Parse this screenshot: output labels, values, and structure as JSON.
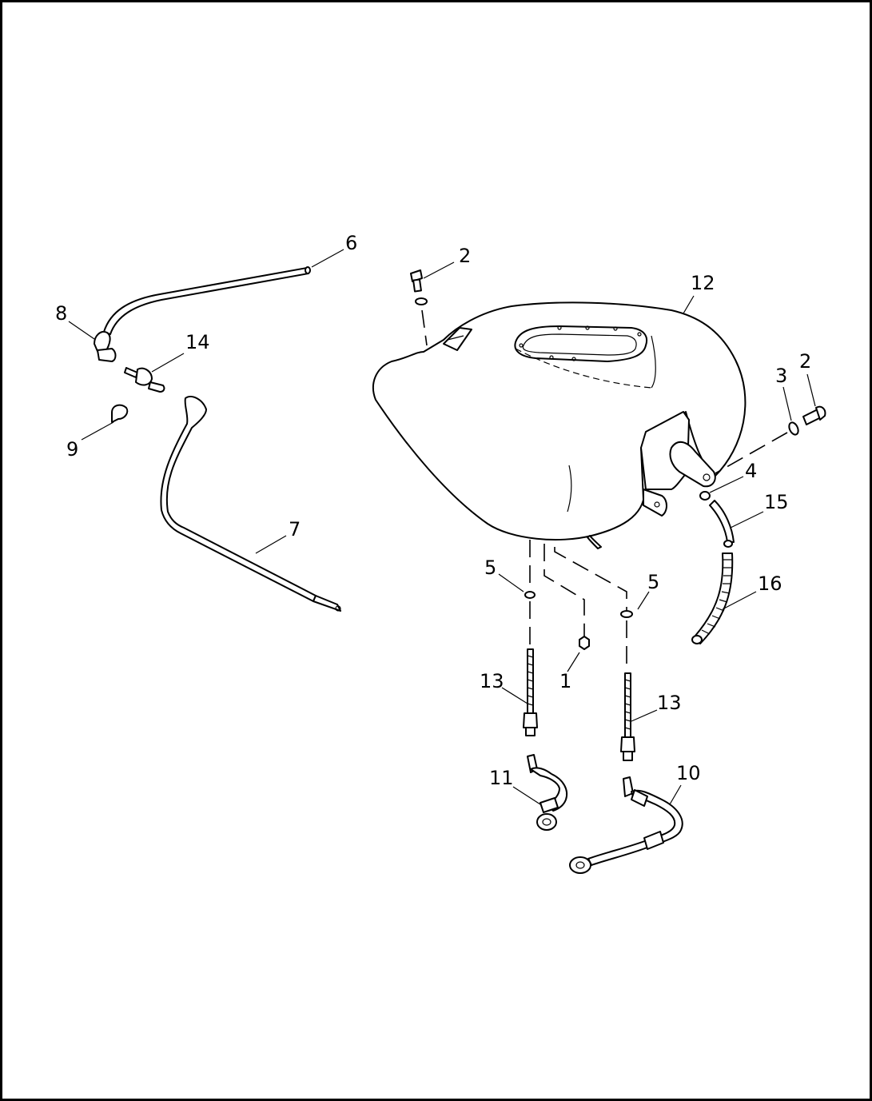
{
  "diagram": {
    "callouts": [
      {
        "id": "c6",
        "label": "6"
      },
      {
        "id": "c2a",
        "label": "2"
      },
      {
        "id": "c12",
        "label": "12"
      },
      {
        "id": "c8",
        "label": "8"
      },
      {
        "id": "c14",
        "label": "14"
      },
      {
        "id": "c3",
        "label": "3"
      },
      {
        "id": "c2b",
        "label": "2"
      },
      {
        "id": "c9",
        "label": "9"
      },
      {
        "id": "c4",
        "label": "4"
      },
      {
        "id": "c15",
        "label": "15"
      },
      {
        "id": "c7",
        "label": "7"
      },
      {
        "id": "c5a",
        "label": "5"
      },
      {
        "id": "c5b",
        "label": "5"
      },
      {
        "id": "c16",
        "label": "16"
      },
      {
        "id": "c13a",
        "label": "13"
      },
      {
        "id": "c1",
        "label": "1"
      },
      {
        "id": "c13b",
        "label": "13"
      },
      {
        "id": "c11",
        "label": "11"
      },
      {
        "id": "c10",
        "label": "10"
      }
    ]
  }
}
